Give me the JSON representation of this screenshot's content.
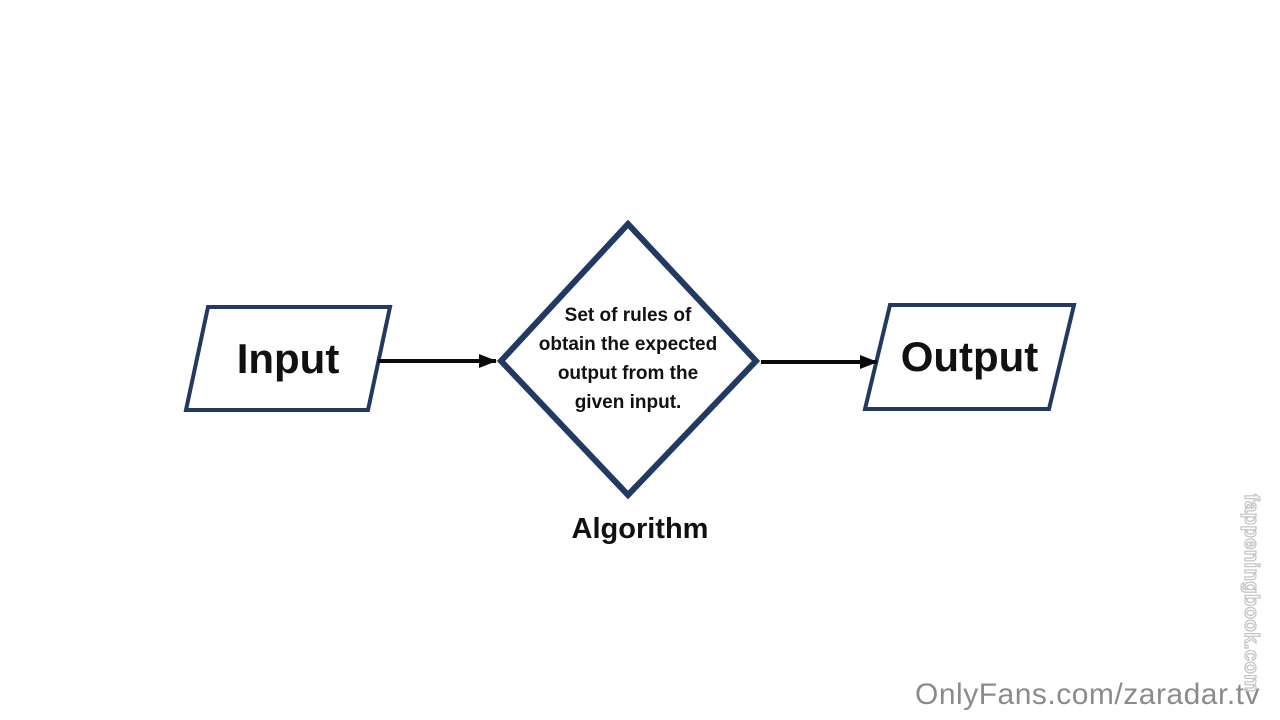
{
  "diagram": {
    "nodes": {
      "input": {
        "shape": "parallelogram",
        "label": "Input"
      },
      "process": {
        "shape": "diamond",
        "lines": [
          "Set of rules of",
          "obtain the expected",
          "output from the",
          "given input."
        ],
        "caption": "Algorithm"
      },
      "output": {
        "shape": "parallelogram",
        "label": "Output"
      }
    },
    "colors": {
      "shape_border": "#223A60",
      "shape_fill": "#FFFFFF",
      "arrow": "#0A0A0A",
      "text": "#111111"
    }
  },
  "watermarks": {
    "bottom_right": "OnlyFans.com/zaradar.tv",
    "right_edge_vertical": "fappeningbook.com",
    "color": "#8B8B8B"
  }
}
